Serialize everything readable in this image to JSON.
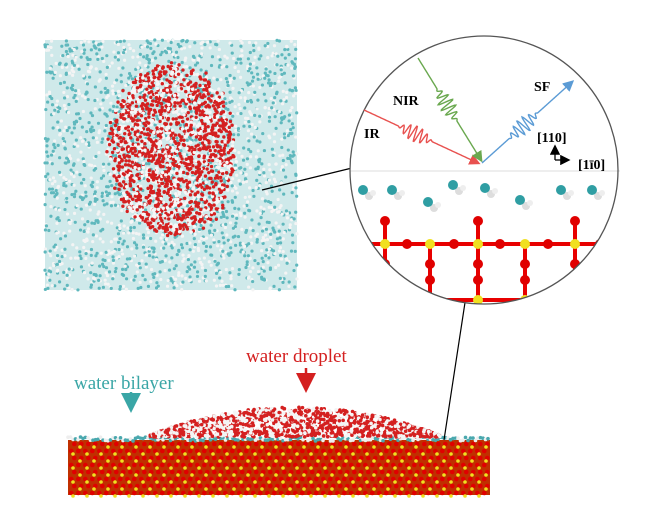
{
  "labels": {
    "ir": "IR",
    "nir": "NIR",
    "sf": "SF",
    "dir_normal": "[110]",
    "dir_inplane": "[1ī0]",
    "water_droplet": "water droplet",
    "water_bilayer": "water bilayer"
  },
  "colors": {
    "ir": "#e8514f",
    "nir": "#6aa84f",
    "sf": "#5b9bd5",
    "water_bilayer": "#3aa6a6",
    "water_droplet": "#d42020",
    "oxygen": "#e00000",
    "metal": "#f0e020"
  }
}
